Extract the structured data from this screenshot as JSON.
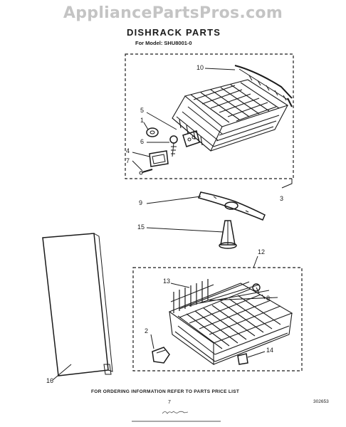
{
  "watermark": "AppliancePartsPros.com",
  "header": {
    "title": "DISHRACK PARTS",
    "model_line": "For Model: SHU8001-0"
  },
  "callouts": {
    "c1": "1",
    "c2": "2",
    "c3": "3",
    "c4": "4",
    "c5": "5",
    "c6": "6",
    "c7": "7",
    "c8": "8",
    "c9": "9",
    "c10": "10",
    "c12": "12",
    "c13": "13",
    "c14": "14",
    "c15": "15",
    "c16": "16"
  },
  "footer": {
    "ordering_note": "FOR ORDERING INFORMATION REFER TO PARTS PRICE LIST",
    "page_number": "7",
    "document_number": "302653"
  },
  "colors": {
    "line": "#1a1a1a",
    "watermark": "#c4c4c4",
    "background": "#ffffff"
  }
}
